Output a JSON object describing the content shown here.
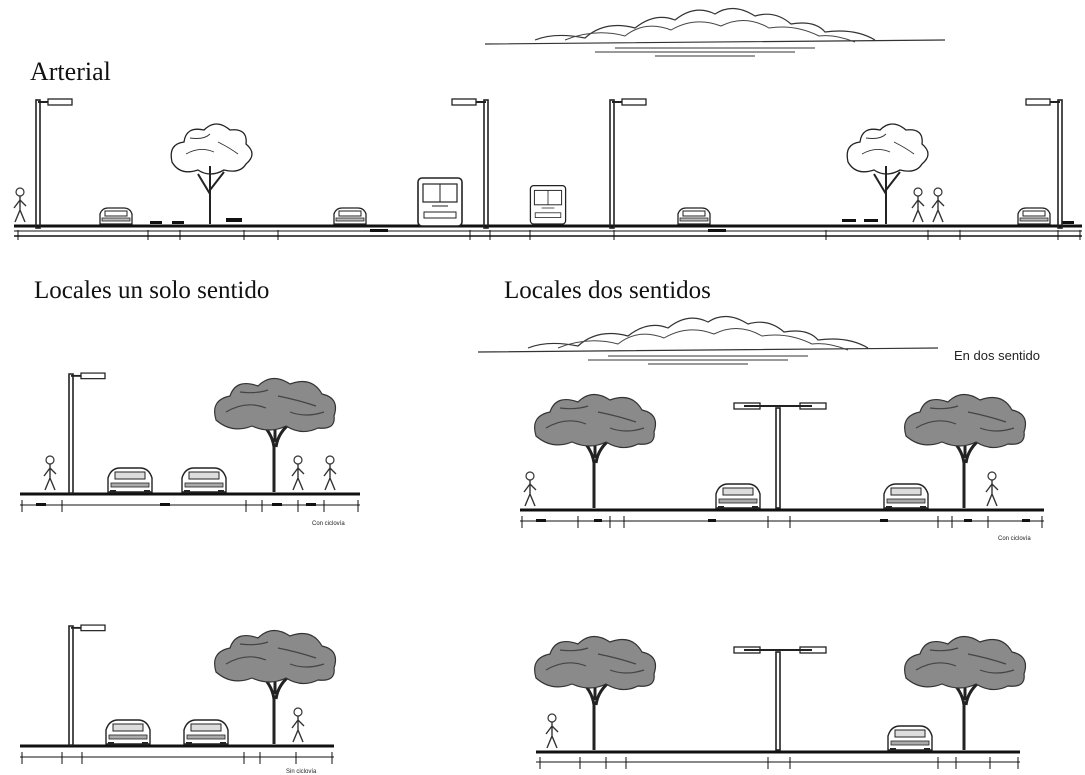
{
  "sections": {
    "arterial": {
      "title": "Arterial"
    },
    "one_way": {
      "title": "Locales un solo sentido",
      "note_top": "Con ciclovía",
      "note_bottom": "Sin ciclovía"
    },
    "two_way": {
      "title": "Locales dos sentidos",
      "subtitle": "En dos sentido",
      "note_top": "Con ciclovía"
    }
  },
  "colors": {
    "ink": "#1a1a1a",
    "line": "#333333",
    "foliage": "#555555"
  }
}
